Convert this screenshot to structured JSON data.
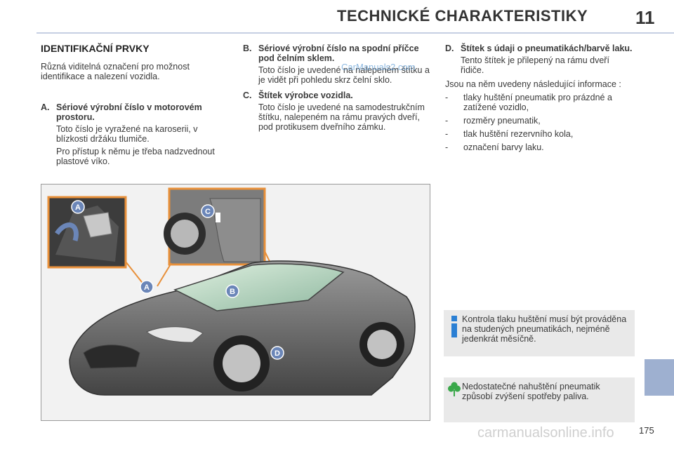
{
  "header": {
    "title": "TECHNICKÉ CHARAKTERISTIKY",
    "chapter": "11"
  },
  "section": {
    "title": "IDENTIFIKAČNÍ PRVKY",
    "intro": "Různá viditelná označení pro možnost identifikace a nalezení vozidla."
  },
  "items": {
    "a": {
      "label": "A.",
      "heading": "Sériové výrobní číslo v motorovém prostoru.",
      "p1": "Toto číslo je vyražené na karoserii, v blízkosti držáku tlumiče.",
      "p2": "Pro přístup k němu je třeba nadzvednout plastové víko."
    },
    "b": {
      "label": "B.",
      "heading": "Sériové výrobní číslo na spodní příčce pod čelním sklem.",
      "p1": "Toto číslo je uvedené na nalepeném štítku a je vidět při pohledu skrz čelní sklo."
    },
    "c": {
      "label": "C.",
      "heading": "Štítek výrobce vozidla.",
      "p1": "Toto číslo je uvedené na samodestrukčním štítku, nalepeném na rámu pravých dveří, pod protikusem dveřního zámku."
    },
    "d": {
      "label": "D.",
      "heading": "Štítek s údaji o pneumatikách/barvě laku.",
      "p1": "Tento štítek je přilepený na rámu dveří řidiče."
    }
  },
  "tire_info": {
    "intro": "Jsou na něm uvedeny následující informace :",
    "list": [
      "tlaky huštění pneumatik pro prázdné a zatížené vozidlo,",
      "rozměry pneumatik,",
      "tlak huštění rezervního kola,",
      "označení barvy laku."
    ],
    "dash": "-"
  },
  "figure_markers": {
    "a": "A",
    "b": "B",
    "c": "C",
    "d": "D"
  },
  "info_box": {
    "icon": "i",
    "text": "Kontrola tlaku huštění musí být prováděna na studených pneumatikách, nejméně jedenkrát měsíčně."
  },
  "eco_box": {
    "text": "Nedostatečné nahuštění pneumatik způsobí zvýšení spotřeby paliva."
  },
  "watermark": "CarManuals2.com",
  "footer_watermark": "carmanualsonline.info",
  "page_number": "175",
  "colors": {
    "accent_blue": "#2a7fd4",
    "marker_blue": "#6b86b8",
    "callout_orange": "#e8903a",
    "eco_green": "#3aa84a",
    "tab_blue": "#9eb0d0"
  }
}
